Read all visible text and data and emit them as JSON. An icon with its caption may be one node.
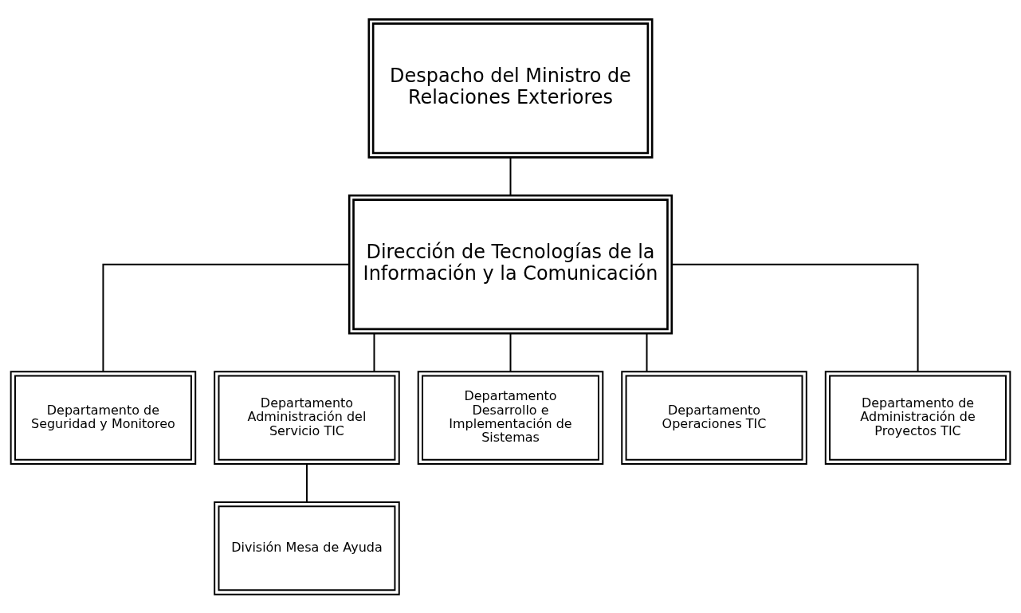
{
  "diagram": {
    "nodes": [
      {
        "text": [
          "Despacho del Ministro de Relaciones Exteriores"
        ]
      },
      {
        "text": [
          "Dirección de Tecnologías de la Información y la Comunicación"
        ]
      },
      {
        "text": [
          "Departamento de Seguridad y Monitoreo"
        ]
      },
      {
        "text": [
          "Departamento Administración del Servicio TIC"
        ]
      },
      {
        "text": [
          "Departamento Desarrollo e Implementación de Sistemas"
        ]
      },
      {
        "text": [
          "Departamento Operaciones TIC"
        ]
      },
      {
        "text": [
          "Departamento de Administración de Proyectos TIC"
        ]
      },
      {
        "text": [
          "División Mesa de Ayuda"
        ]
      }
    ],
    "edges": [
      {
        "from": 0,
        "to": 1,
        "arrow": "none"
      },
      {
        "from": 1,
        "to": 2,
        "arrow": "none"
      },
      {
        "from": 1,
        "to": 3,
        "arrow": "none"
      },
      {
        "from": 1,
        "to": 4,
        "arrow": "none"
      },
      {
        "from": 1,
        "to": 5,
        "arrow": "none"
      },
      {
        "from": 1,
        "to": 6,
        "arrow": "none"
      },
      {
        "from": 3,
        "to": 7,
        "arrow": "none"
      }
    ]
  }
}
